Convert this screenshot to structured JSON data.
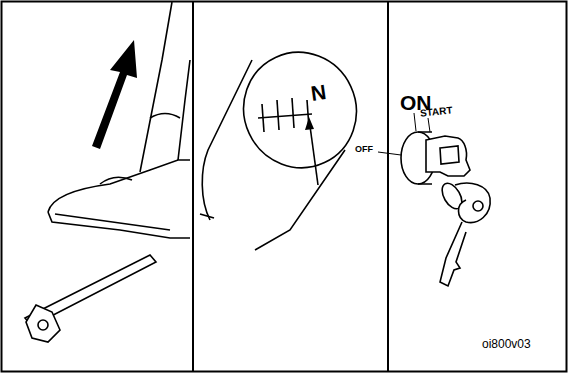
{
  "diagram": {
    "labels": [
      "N",
      "OFF",
      "ON",
      "START",
      "oi800v03"
    ]
  }
}
